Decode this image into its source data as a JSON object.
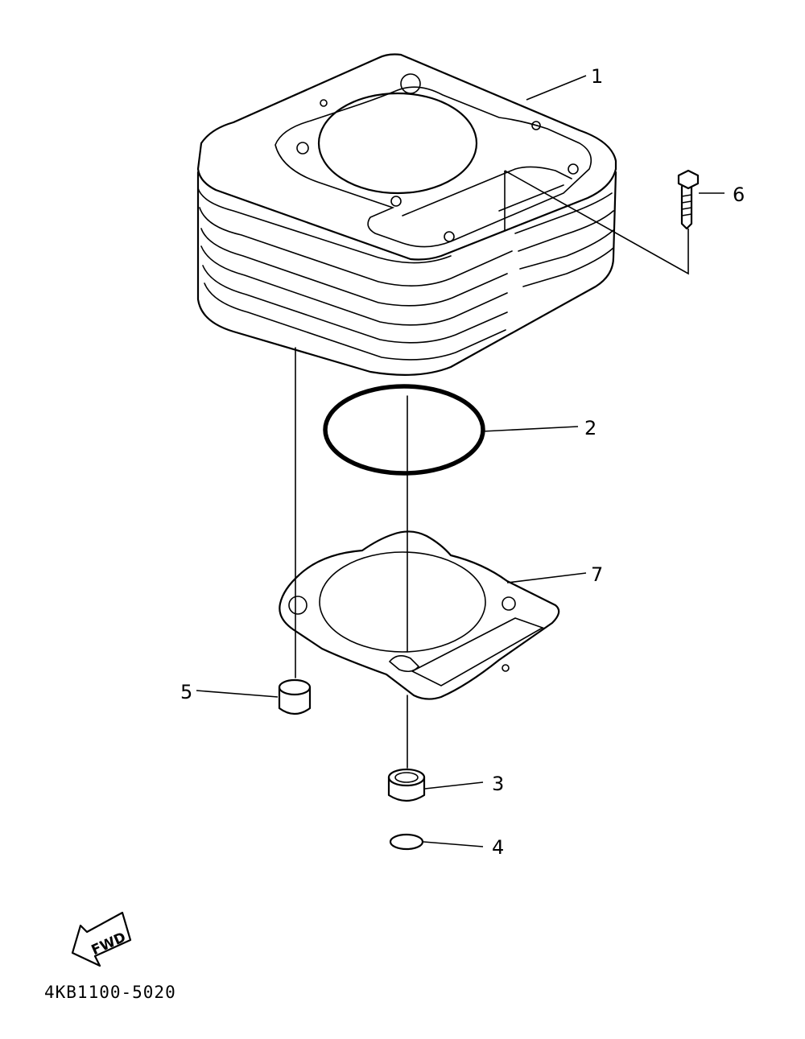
{
  "callouts": {
    "part1": "1",
    "part2": "2",
    "part3": "3",
    "part4": "4",
    "part5": "5",
    "part6": "6",
    "part7": "7"
  },
  "direction_arrow": {
    "label": "FWD"
  },
  "diagram_code": "4KB1100-5020"
}
